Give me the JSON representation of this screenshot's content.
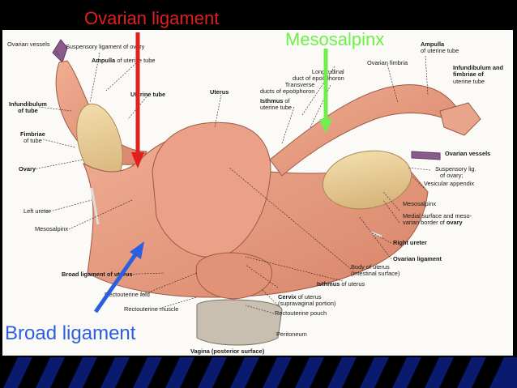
{
  "callouts": {
    "ovarian_ligament": "Ovarian ligament",
    "mesosalpinx": "Mesosalpinx",
    "broad_ligament": "Broad ligament"
  },
  "labels": {
    "ovarian_vessels_left": "Ovarian vessels",
    "suspensory_ligament_of_ovary": "Suspensory ligament of ovary",
    "ampulla_left_strong": "Ampulla",
    "ampulla_left_rest": "of uterine tube",
    "uterine_tube": "Uterine tube",
    "uterus": "Uterus",
    "infundibulum_left_1": "Infundibulum",
    "infundibulum_left_2": "of tube",
    "fimbriae_1": "Fimbriae",
    "fimbriae_2": "of tube",
    "ovary": "Ovary",
    "left_ureter": "Left ureter",
    "mesosalpinx_small": "Mesosalpinx",
    "broad_ligament_small_strong": "Broad ligament of uterus",
    "rectouterine_fold": "Rectouterine fold",
    "rectouterine_muscle": "Rectouterine muscle",
    "vagina_strong": "Vagina",
    "vagina_rest": "(posterior surface)",
    "longitudinal_duct_1": "Longitudinal",
    "longitudinal_duct_2": "duct of epoöphoron",
    "transverse_ducts_1": "Transverse",
    "transverse_ducts_2": "ducts of epoöphoron",
    "isthmus_1_strong": "Isthmus",
    "isthmus_1_rest": "of",
    "isthmus_2": "uterine tube",
    "ovarian_fimbria": "Ovarian fimbria",
    "ampulla_right_1": "Ampulla",
    "ampulla_right_2": "of uterine tube",
    "infundibulum_right_1": "Infundibulum and",
    "infundibulum_right_2": "fimbriae of",
    "infundibulum_right_3": "uterine tube",
    "ovarian_vessels_right": "Ovarian vessels",
    "suspensory_lig_1": "Suspensory lig.",
    "suspensory_lig_2": "of ovary;",
    "vesicular_appendix": "Vesicular appendix",
    "mesosalpinx_right": "Mesosalpinx",
    "medial_surface_1": "Medial surface and meso-",
    "medial_surface_2": "varian border of",
    "medial_surface_strong": "ovary",
    "right_ureter": "Right ureter",
    "ovarian_ligament_small": "Ovarian ligament",
    "body_uterus_1": "Body of uterus",
    "body_uterus_2": "(intestinal surface)",
    "isthmus_uterus_strong": "Isthmus",
    "isthmus_uterus_rest": "of uterus",
    "cervix_1_strong": "Cervix",
    "cervix_1_rest": "of uterus",
    "cervix_2": "(supravaginal portion)",
    "rectouterine_pouch": "Rectouterine pouch",
    "peritoneum": "Peritoneum"
  },
  "colors": {
    "ovarian_ligament": "#e0201c",
    "mesosalpinx": "#6df04a",
    "broad_ligament": "#2b5fe0",
    "tissue": "#e39a80",
    "footer": "#0a1a6e"
  }
}
